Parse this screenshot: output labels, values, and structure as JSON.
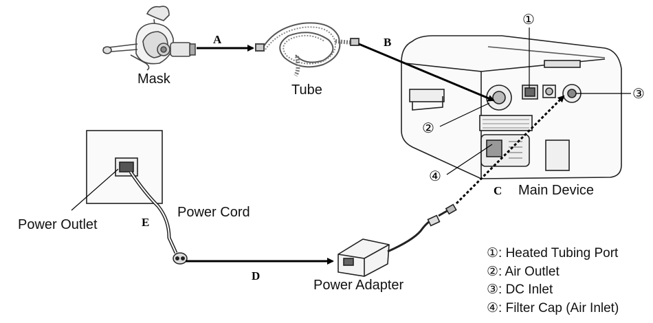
{
  "labels": {
    "mask": "Mask",
    "tube": "Tube",
    "main_device": "Main Device",
    "power_outlet": "Power Outlet",
    "power_cord": "Power Cord",
    "power_adapter": "Power Adapter"
  },
  "connections": {
    "a": "A",
    "b": "B",
    "c": "C",
    "d": "D",
    "e": "E"
  },
  "callouts": {
    "one": "①",
    "two": "②",
    "three": "③",
    "four": "④"
  },
  "legend": [
    "①: Heated Tubing Port",
    "②: Air Outlet",
    "③: DC Inlet",
    "④: Filter Cap (Air Inlet)"
  ]
}
